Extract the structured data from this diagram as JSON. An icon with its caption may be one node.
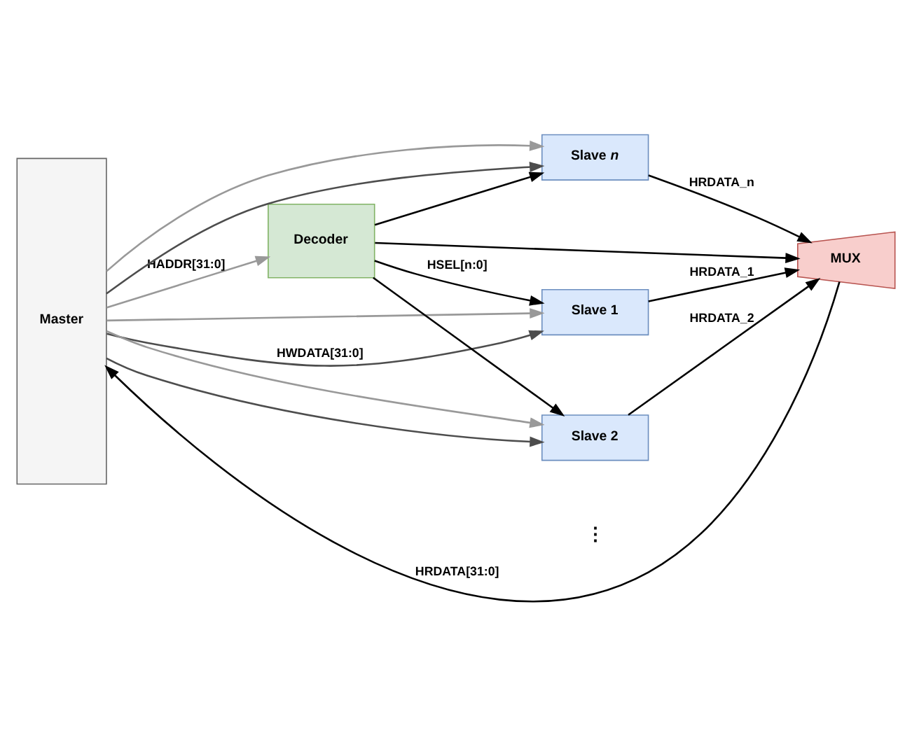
{
  "diagram": {
    "nodes": [
      {
        "text": [
          "Master"
        ]
      },
      {
        "text": [
          "Decoder"
        ]
      },
      {
        "text": [
          "Slave 1"
        ]
      },
      {
        "text": [
          "Slave 2"
        ]
      },
      {
        "text": [
          "Slave *n*"
        ]
      },
      {
        "text": [
          "MUX"
        ]
      }
    ],
    "edges": [
      {
        "from": 0,
        "to": 2,
        "arrow": "to",
        "label": "HWDATA[31:0]",
        "color": "#4d4d4d"
      },
      {
        "from": 0,
        "to": 3,
        "arrow": "to",
        "color": "#4d4d4d"
      },
      {
        "from": 0,
        "to": 4,
        "arrow": "to",
        "color": "#4d4d4d"
      },
      {
        "from": 0,
        "to": 1,
        "arrow": "to",
        "label": "HADDR[31:0]",
        "color": "#999999"
      },
      {
        "from": 0,
        "to": 2,
        "arrow": "to",
        "color": "#999999"
      },
      {
        "from": 0,
        "to": 3,
        "arrow": "to",
        "color": "#999999"
      },
      {
        "from": 0,
        "to": 4,
        "arrow": "to",
        "color": "#999999"
      },
      {
        "from": 1,
        "to": 2,
        "arrow": "to",
        "label": "HSEL[n:0]"
      },
      {
        "from": 1,
        "to": 3,
        "arrow": "to"
      },
      {
        "from": 1,
        "to": 4,
        "arrow": "to"
      },
      {
        "from": 1,
        "to": 5,
        "arrow": "to"
      },
      {
        "from": 4,
        "to": 5,
        "arrow": "to",
        "label": "HRDATA_n"
      },
      {
        "from": 3,
        "to": 5,
        "arrow": "to",
        "label": "HRDATA_2"
      },
      {
        "from": 2,
        "to": 5,
        "arrow": "to",
        "label": "HRDATA_1"
      },
      {
        "from": 5,
        "to": 0,
        "arrow": "to",
        "label": "HRDATA[31:0]"
      }
    ],
    "labels": [
      "⋮"
    ]
  }
}
